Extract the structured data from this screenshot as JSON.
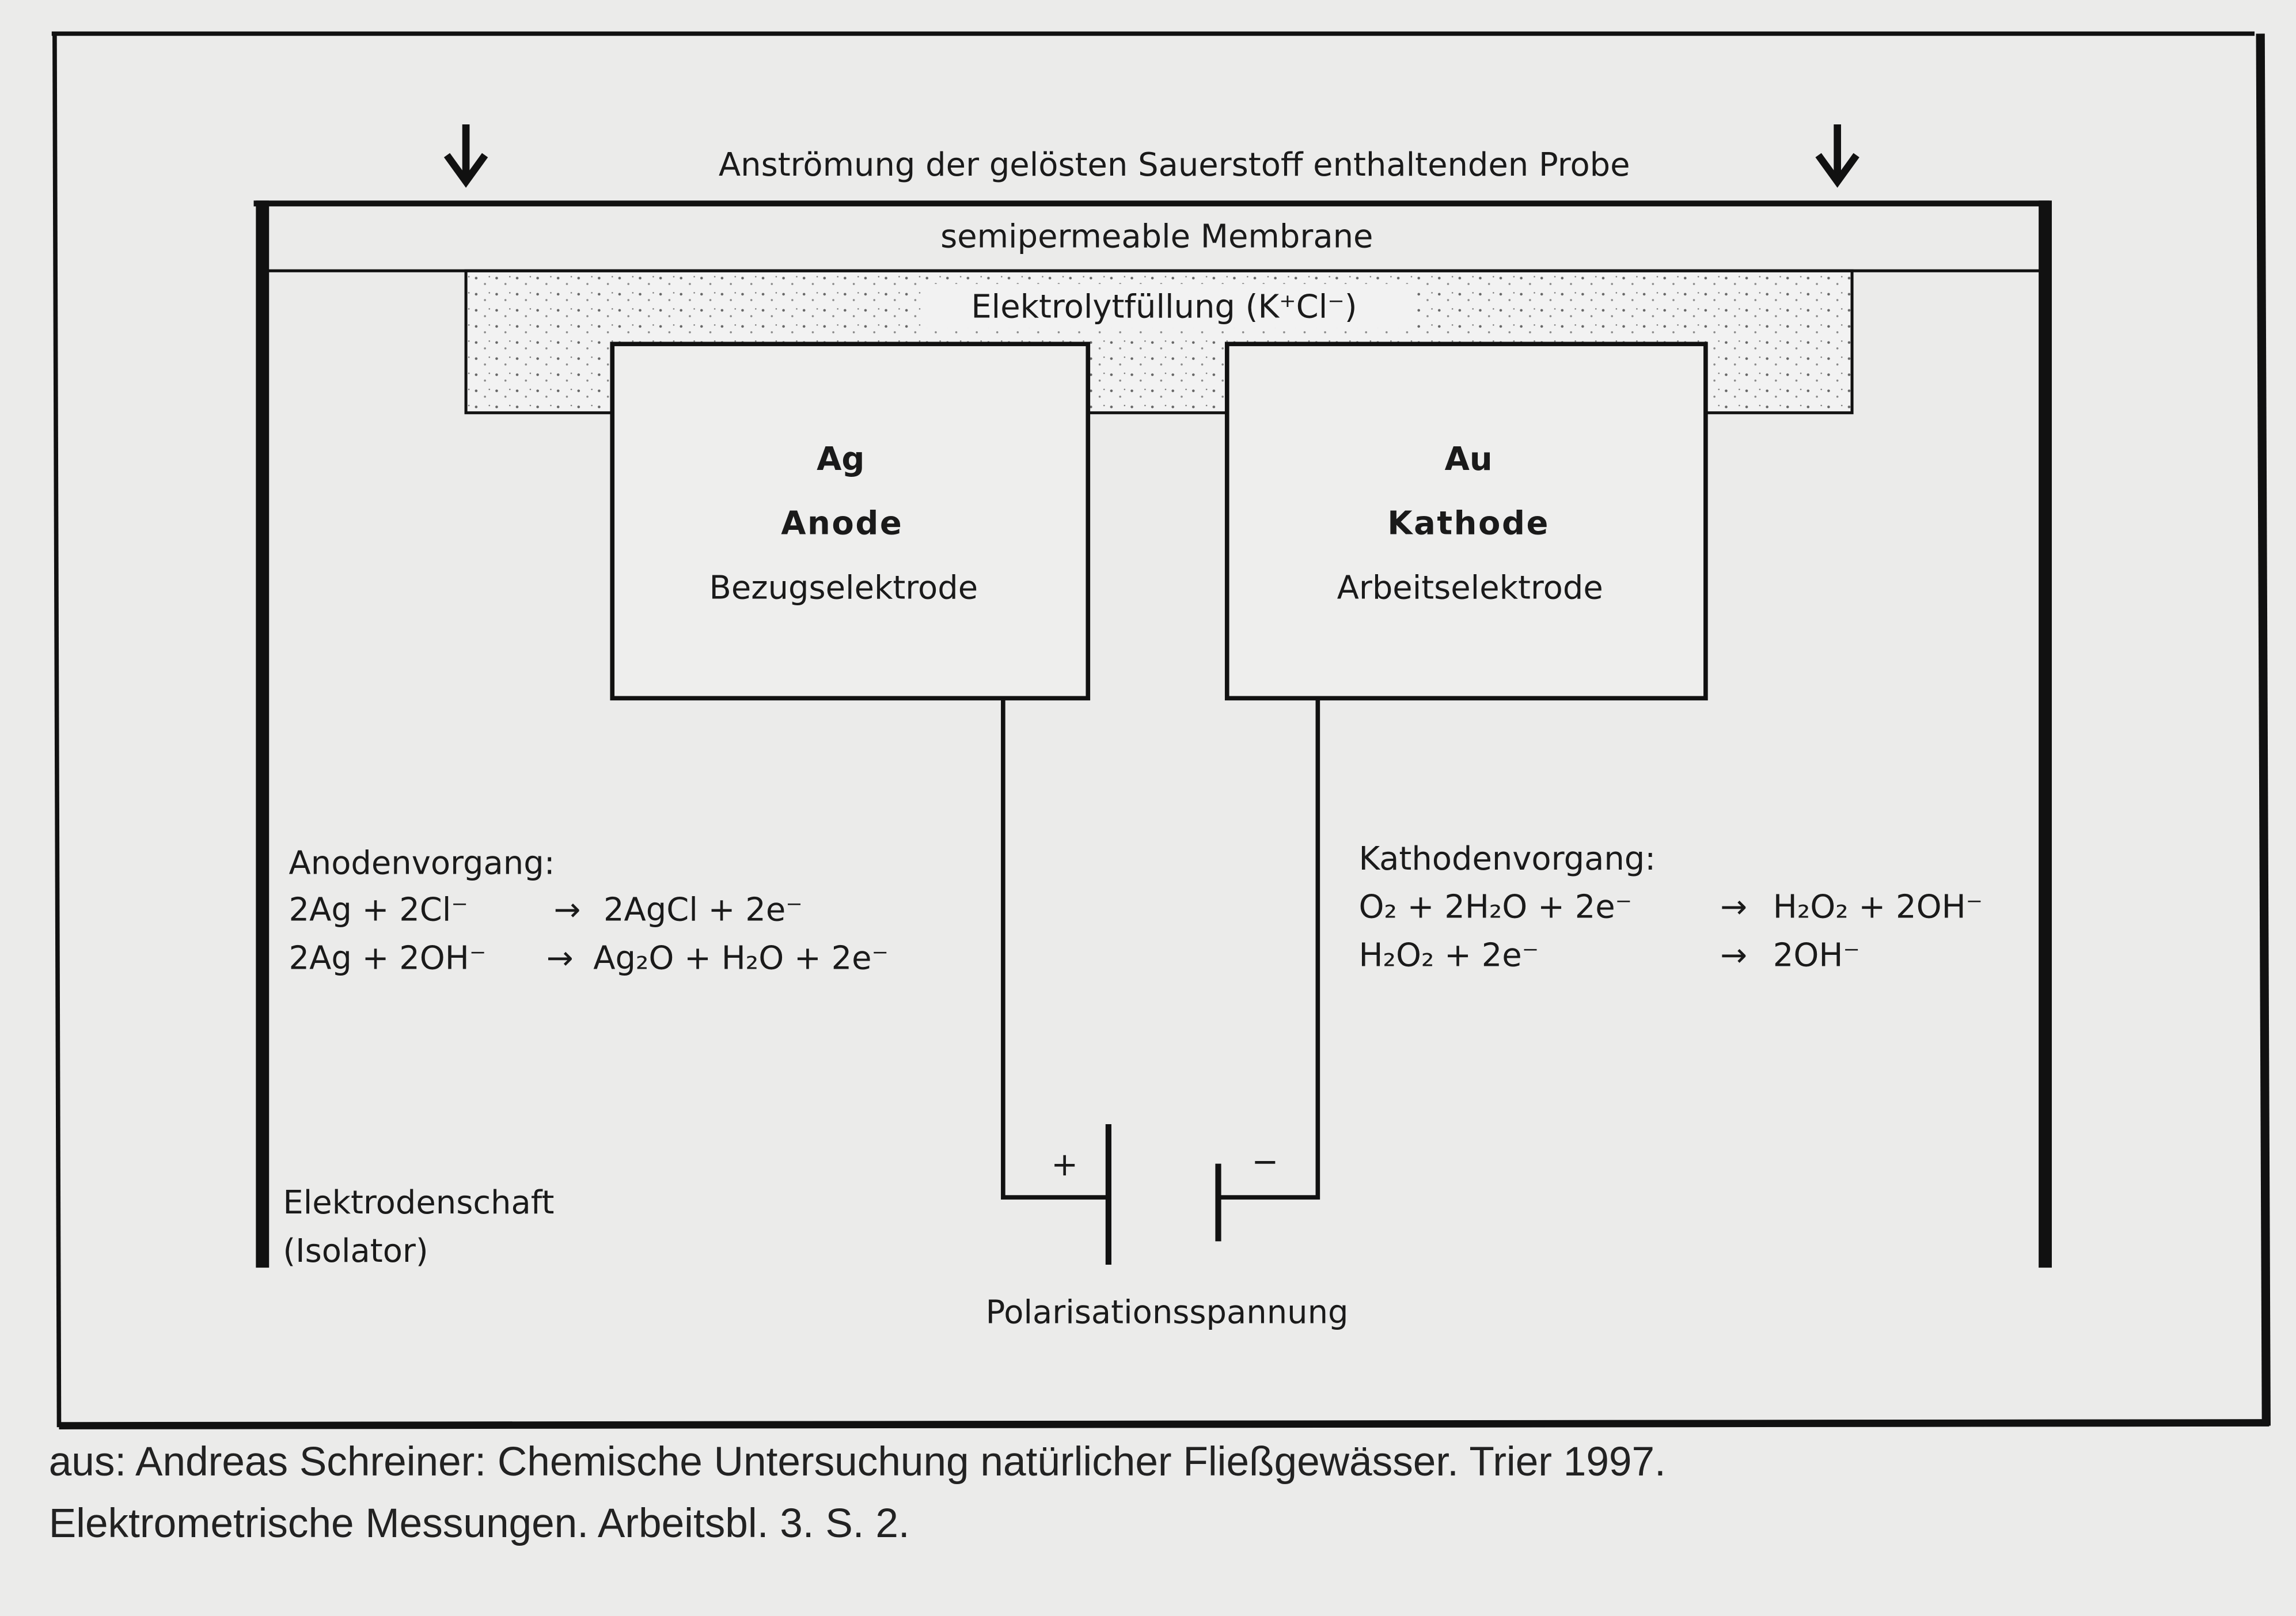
{
  "inflow_label": "Anströmung der gelösten Sauerstoff enthaltenden Probe",
  "membrane_label": "semipermeable Membrane",
  "electrolyte_label": "Elektrolytfüllung (K⁺Cl⁻)",
  "anode": {
    "element": "Ag",
    "name": "Anode",
    "role": "Bezugselektrode"
  },
  "cathode": {
    "element": "Au",
    "name": "Kathode",
    "role": "Arbeitselektrode"
  },
  "anode_process": {
    "title": "Anodenvorgang:",
    "equations": [
      {
        "left": "2Ag + 2Cl⁻",
        "right": "2AgCl + 2e⁻"
      },
      {
        "left": "2Ag + 2OH⁻",
        "right": "Ag₂O + H₂O + 2e⁻"
      }
    ]
  },
  "cathode_process": {
    "title": "Kathodenvorgang:",
    "equations": [
      {
        "left": "O₂ + 2H₂O + 2e⁻",
        "right": "H₂O₂ + 2OH⁻"
      },
      {
        "left": "H₂O₂ + 2e⁻",
        "right": "2OH⁻"
      }
    ]
  },
  "arrow_symbol": "→",
  "plus_symbol": "+",
  "minus_symbol": "−",
  "shaft_label": [
    "Elektrodenschaft",
    "(Isolator)"
  ],
  "voltage_label": "Polarisationsspannung",
  "caption": [
    "aus: Andreas Schreiner: Chemische Untersuchung natürlicher Fließgewässer. Trier 1997.",
    "Elektrometrische Messungen. Arbeitsbl. 3. S. 2."
  ]
}
